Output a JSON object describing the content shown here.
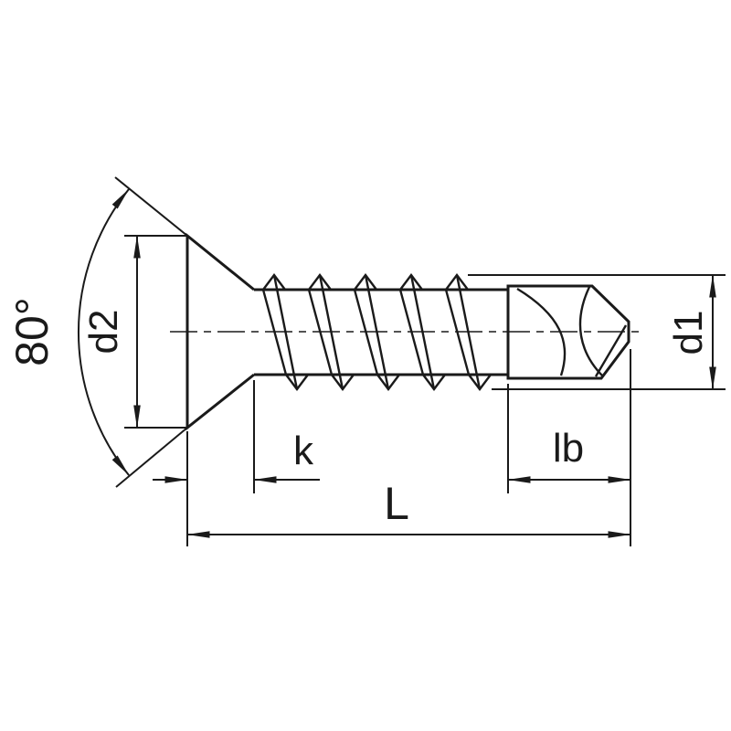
{
  "diagram": {
    "subject": "Countersunk self-drilling screw, side view technical drawing",
    "labels": {
      "angle": "80°",
      "head_diameter": "d2",
      "thread_diameter": "d1",
      "head_height": "k",
      "drill_point_length": "lb",
      "total_length": "L"
    },
    "colors": {
      "line": "#1a1a1a",
      "background": "#ffffff"
    }
  }
}
